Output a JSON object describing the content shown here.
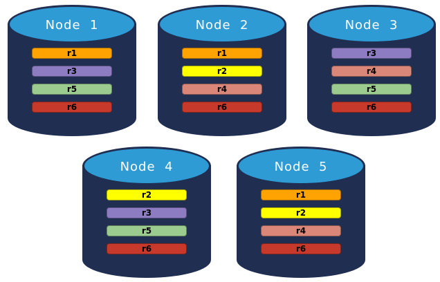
{
  "palette": {
    "cylinder_body": "#1F2E51",
    "cylinder_top": "#2E9BD5",
    "node_label_color": "#FFFFFF",
    "bar_text_color": "#000000",
    "background": "#FFFFFF"
  },
  "replica_colors": {
    "r1": "#FFA302",
    "r2": "#FFFF00",
    "r3": "#8E7CC3",
    "r4": "#DA8678",
    "r5": "#9CCB8F",
    "r6": "#C6392B"
  },
  "nodes": [
    {
      "label": "Node  1",
      "replicas": [
        "r1",
        "r3",
        "r5",
        "r6"
      ]
    },
    {
      "label": "Node  2",
      "replicas": [
        "r1",
        "r2",
        "r4",
        "r6"
      ]
    },
    {
      "label": "Node  3",
      "replicas": [
        "r3",
        "r4",
        "r5",
        "r6"
      ]
    },
    {
      "label": "Node  4",
      "replicas": [
        "r2",
        "r3",
        "r5",
        "r6"
      ]
    },
    {
      "label": "Node  5",
      "replicas": [
        "r1",
        "r2",
        "r4",
        "r6"
      ]
    }
  ]
}
